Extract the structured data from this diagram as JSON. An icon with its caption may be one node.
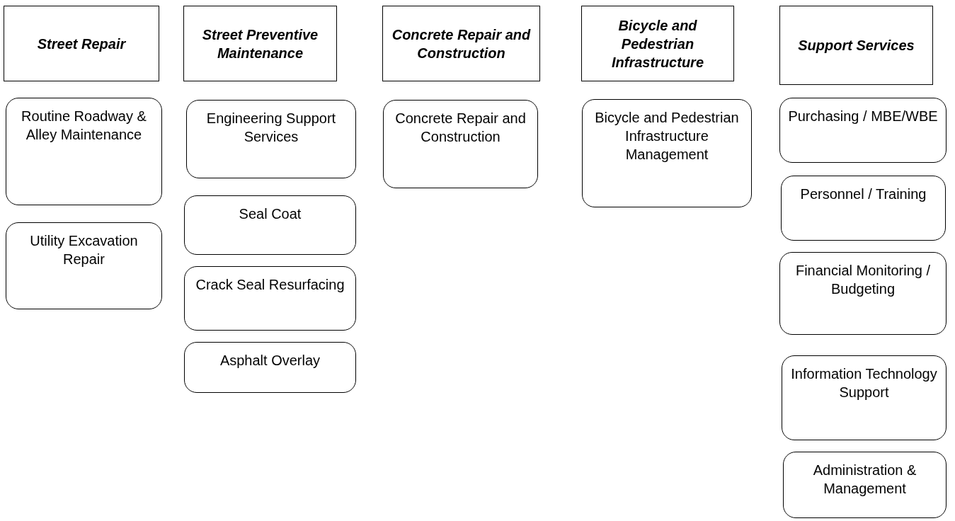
{
  "diagram": {
    "nodes": [
      {
        "text": [
          "Street Repair"
        ]
      },
      {
        "text": [
          "Street Preventive Maintenance"
        ]
      },
      {
        "text": [
          "Concrete Repair and Construction"
        ]
      },
      {
        "text": [
          "Bicycle and Pedestrian Infrastructure"
        ]
      },
      {
        "text": [
          "Support Services"
        ]
      },
      {
        "text": [
          "Routine Roadway & Alley Maintenance"
        ]
      },
      {
        "text": [
          "Utility Excavation Repair"
        ]
      },
      {
        "text": [
          "Engineering Support Services"
        ]
      },
      {
        "text": [
          "Seal Coat"
        ]
      },
      {
        "text": [
          "Crack Seal Resurfacing"
        ]
      },
      {
        "text": [
          "Asphalt Overlay"
        ]
      },
      {
        "text": [
          "Concrete Repair and Construction"
        ]
      },
      {
        "text": [
          "Bicycle and Pedestrian Infrastructure Management"
        ]
      },
      {
        "text": [
          "Purchasing / MBE/WBE"
        ]
      },
      {
        "text": [
          "Personnel / Training"
        ]
      },
      {
        "text": [
          "Financial Monitoring / Budgeting"
        ]
      },
      {
        "text": [
          "Information Technology Support"
        ]
      },
      {
        "text": [
          "Administration & Management"
        ]
      }
    ],
    "edges": []
  }
}
